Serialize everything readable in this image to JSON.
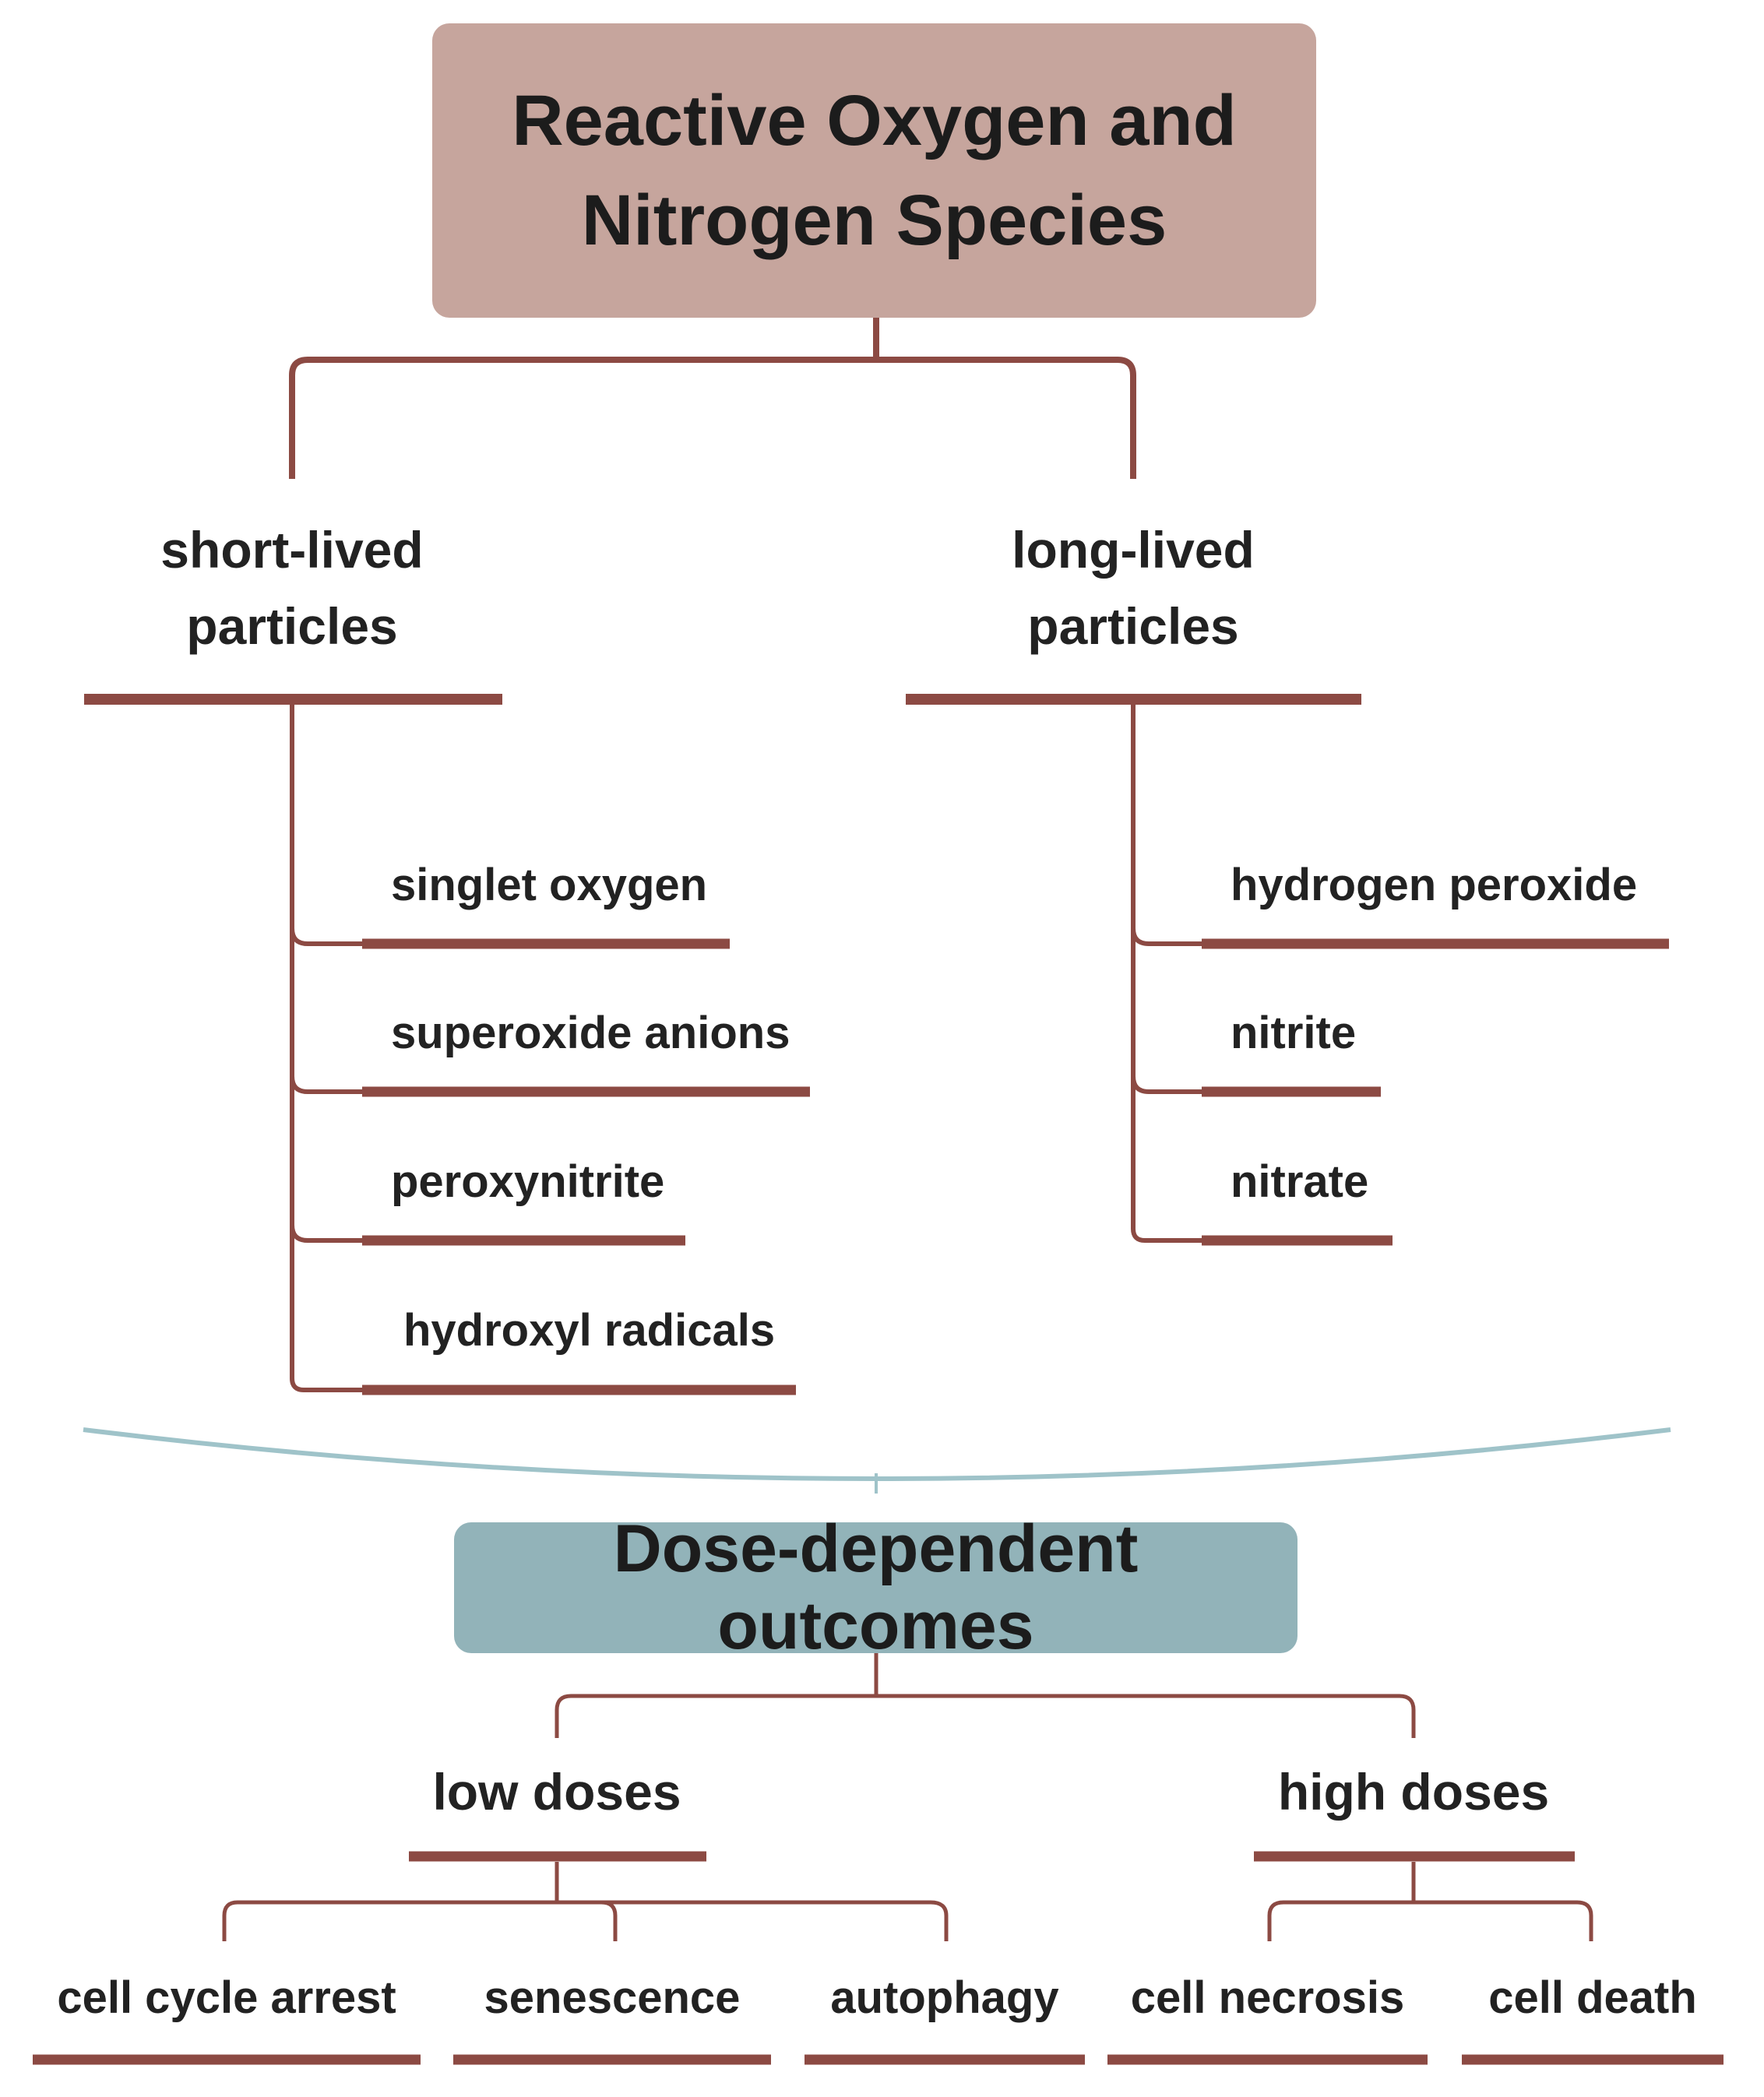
{
  "root": {
    "line1": "Reactive Oxygen and",
    "line2": "Nitrogen Species",
    "color": "#c6a59d"
  },
  "categories": [
    {
      "line1": "short-lived",
      "line2": "particles",
      "items": [
        "singlet oxygen",
        "superoxide anions",
        "peroxynitrite",
        "hydroxyl radicals"
      ]
    },
    {
      "line1": "long-lived",
      "line2": "particles",
      "items": [
        "hydrogen peroxide",
        "nitrite",
        "nitrate"
      ]
    }
  ],
  "outcomes": {
    "title": "Dose-dependent outcomes",
    "color": "#92b3b9",
    "groups": [
      {
        "label": "low doses",
        "items": [
          "cell cycle arrest",
          "senescence",
          "autophagy"
        ]
      },
      {
        "label": "high doses",
        "items": [
          "cell necrosis",
          "cell death"
        ]
      }
    ]
  },
  "colors": {
    "line": "#8c4a43",
    "separator": "#9fc3c9"
  }
}
